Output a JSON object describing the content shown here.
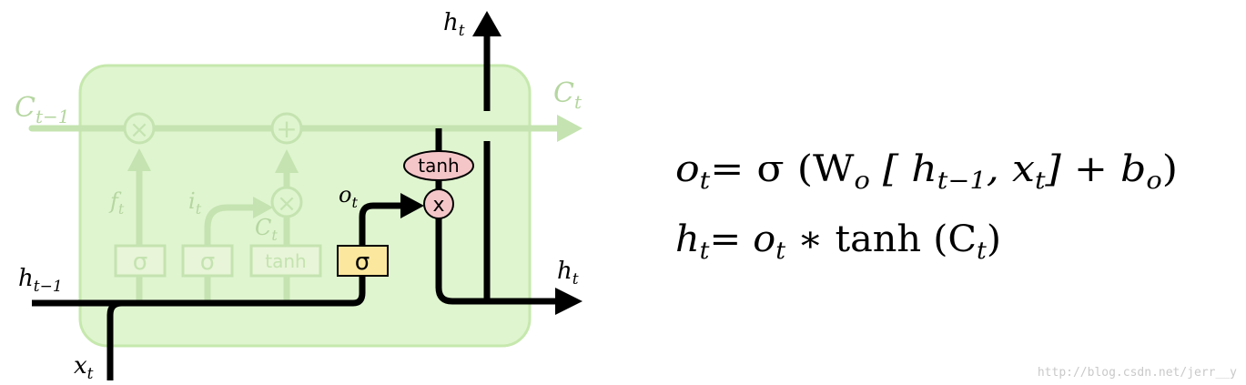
{
  "diagram": {
    "colors": {
      "cell_fill": "#dff5cf",
      "cell_stroke": "#c6e8ad",
      "faded_line": "#c4e3b0",
      "faded_text": "#b5d6a0",
      "active_line": "#000000",
      "sigma_box": "#fbe79e",
      "tanh_ellipse": "#f5c6c8",
      "multiply_circle": "#f5c6c8"
    },
    "labels": {
      "c_prev": {
        "base": "C",
        "sub": "t−1"
      },
      "c_next": {
        "base": "C",
        "sub": "t"
      },
      "h_top": {
        "base": "h",
        "sub": "t"
      },
      "h_right": {
        "base": "h",
        "sub": "t"
      },
      "h_prev": {
        "base": "h",
        "sub": "t−1"
      },
      "x_in": {
        "base": "x",
        "sub": "t"
      },
      "o_gate": {
        "base": "o",
        "sub": "t"
      },
      "f_gate": {
        "base": "f",
        "sub": "t"
      },
      "i_gate": {
        "base": "i",
        "sub": "t"
      },
      "c_tilde": {
        "base": "C",
        "sub": "t"
      }
    },
    "nodes": {
      "forget_mult": "×",
      "input_add": "+",
      "input_mult": "×",
      "output_mult": "x",
      "sigma_forget": "σ",
      "sigma_input": "σ",
      "tanh_candidate": "tanh",
      "sigma_output": "σ",
      "tanh_output": "tanh"
    }
  },
  "equations": {
    "eq1": {
      "lhs_base": "o",
      "lhs_sub": "t",
      "rhs": "= σ (W",
      "w_sub": "o",
      "bracket": " [ h",
      "h_sub": "t−1",
      "comma": ", x",
      "x_sub": "t",
      "tail": "]  +  b",
      "b_sub": "o",
      "close": ")"
    },
    "eq2": {
      "lhs_base": "h",
      "lhs_sub": "t",
      "eq": "= o",
      "o_sub": "t",
      "op": " ∗ tanh (C",
      "c_sub": "t",
      "close": ")"
    }
  },
  "watermark": "http://blog.csdn.net/jerr__y"
}
